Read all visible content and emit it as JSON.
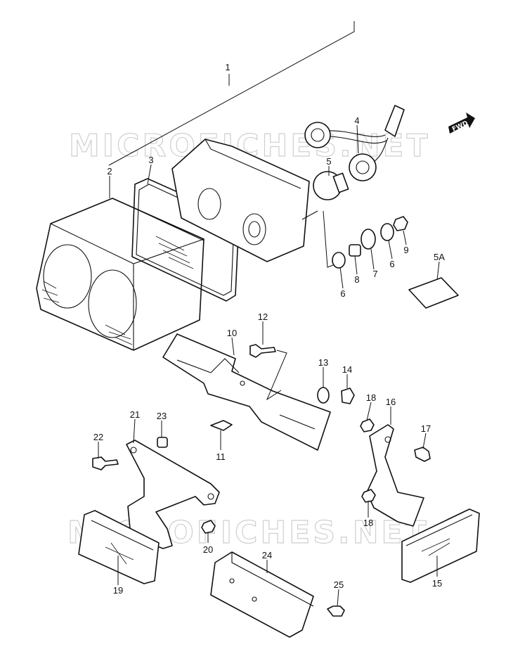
{
  "watermark": "MICROFICHES.NET",
  "fwd_label": "FWD",
  "callouts": [
    "1",
    "2",
    "3",
    "4",
    "5",
    "5A",
    "6",
    "6",
    "7",
    "8",
    "9",
    "10",
    "11",
    "12",
    "13",
    "14",
    "15",
    "16",
    "17",
    "18",
    "18",
    "19",
    "20",
    "21",
    "22",
    "23",
    "24",
    "25"
  ]
}
